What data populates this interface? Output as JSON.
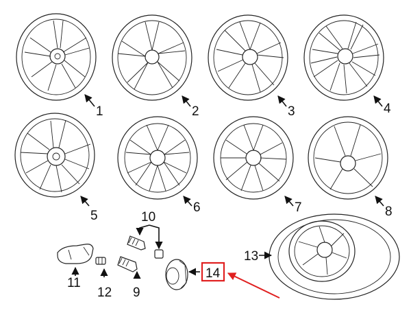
{
  "diagram": {
    "part_labels": [
      "1",
      "2",
      "3",
      "4",
      "5",
      "6",
      "7",
      "8",
      "9",
      "10",
      "11",
      "12",
      "13",
      "14"
    ],
    "highlighted_label": "14",
    "highlight_color": "#e02020",
    "line_color": "#111111"
  }
}
